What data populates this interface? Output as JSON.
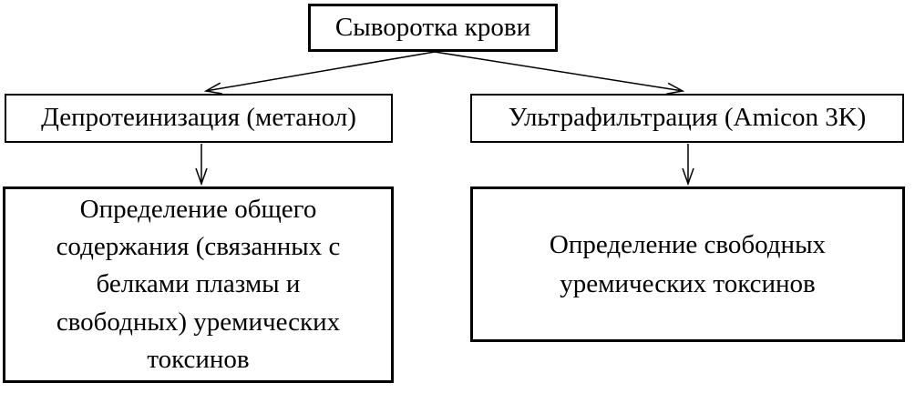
{
  "diagram": {
    "type": "flowchart",
    "background_color": "#ffffff",
    "border_color": "#000000",
    "text_color": "#000000",
    "nodes": {
      "serum": {
        "label": "Сыворотка крови"
      },
      "deproteinization": {
        "label": "Депротеинизация (метанол)"
      },
      "ultrafiltration": {
        "label": "Ультрафильтрация (Amicon 3K)"
      },
      "total_toxins": {
        "label": "Определение общего\nсодержания (связанных с\nбелками плазмы и\nсвободных) уремических\nтоксинов"
      },
      "free_toxins": {
        "label": "Определение свободных\nуремических токсинов"
      }
    },
    "edges": [
      {
        "from": "serum",
        "to": "deproteinization"
      },
      {
        "from": "serum",
        "to": "ultrafiltration"
      },
      {
        "from": "deproteinization",
        "to": "total_toxins"
      },
      {
        "from": "ultrafiltration",
        "to": "free_toxins"
      }
    ]
  }
}
